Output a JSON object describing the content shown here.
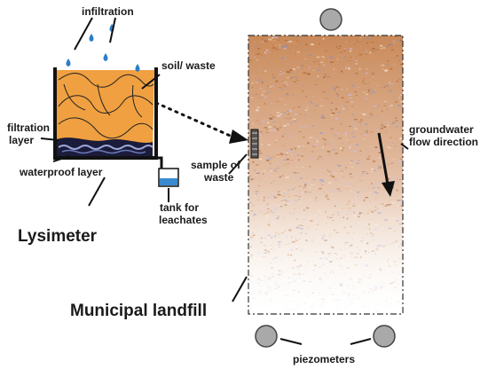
{
  "labels": {
    "infiltration": "infiltration",
    "soil_waste": "soil/ waste",
    "filtration_layer_1": "filtration",
    "filtration_layer_2": "layer",
    "waterproof_layer": "waterproof layer",
    "sample_of_waste_1": "sample of",
    "sample_of_waste_2": "waste",
    "tank_for_leachates_1": "tank for",
    "tank_for_leachates_2": "leachates",
    "groundwater_flow_1": "groundwater",
    "groundwater_flow_2": "flow direction",
    "lysimeter_title": "Lysimeter",
    "landfill_title": "Municipal landfill",
    "piezometers": "piezometers"
  },
  "colors": {
    "waste_fill": "#f0a040",
    "water_drop": "#2a7fc8",
    "leachate": "#3a8ad0",
    "piezometer": "#a9a9a9",
    "landfill_top": "#c7834f",
    "landfill_bottom": "#ffffff"
  },
  "icons": {
    "rain_drop": "water-drop-icon",
    "piezometer": "circle-icon"
  }
}
